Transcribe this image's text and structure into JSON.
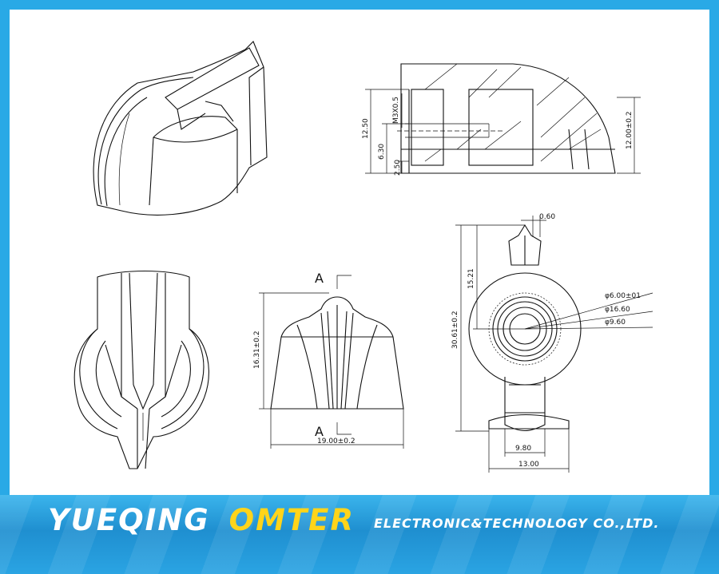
{
  "drawing": {
    "labels": {
      "m3": "M3X0.5",
      "d1250": "12.50",
      "d630": "6.30",
      "d250": "2.50",
      "d1200": "12.00±0.2",
      "d060": "0.60",
      "d1521": "15.21",
      "d3061": "30.61±0.2",
      "dia600": "φ6.00±01",
      "dia1660": "φ16.60",
      "dia960": "φ9.60",
      "d980": "9.80",
      "d1300": "13.00",
      "d1631": "16.31±0.2",
      "d1900": "19.00±0.2",
      "sectionA1": "A",
      "sectionA2": "A"
    }
  },
  "banner": {
    "company_name": "YUEQING",
    "brand": "OMTER",
    "tagline": "ELECTRONIC&TECHNOLOGY  CO.,LTD.",
    "colors": {
      "background": "#29a9e6",
      "brand": "#ffd41a",
      "text": "#ffffff"
    }
  }
}
